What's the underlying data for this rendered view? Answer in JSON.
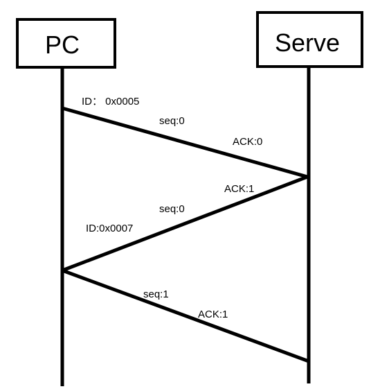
{
  "participants": [
    {
      "label": "PC"
    },
    {
      "label": "Serve"
    }
  ],
  "messages": [
    {
      "direction": "PC → Serve",
      "labels": [
        "ID： 0x0005",
        "seq:0",
        "ACK:0"
      ]
    },
    {
      "direction": "Serve → PC",
      "labels": [
        "ACK:1",
        "seq:0",
        "ID:0x0007"
      ]
    },
    {
      "direction": "PC → Serve",
      "labels": [
        "seq:1",
        "ACK:1"
      ]
    }
  ],
  "colors": {
    "stroke": "#000000",
    "background": "#ffffff"
  }
}
